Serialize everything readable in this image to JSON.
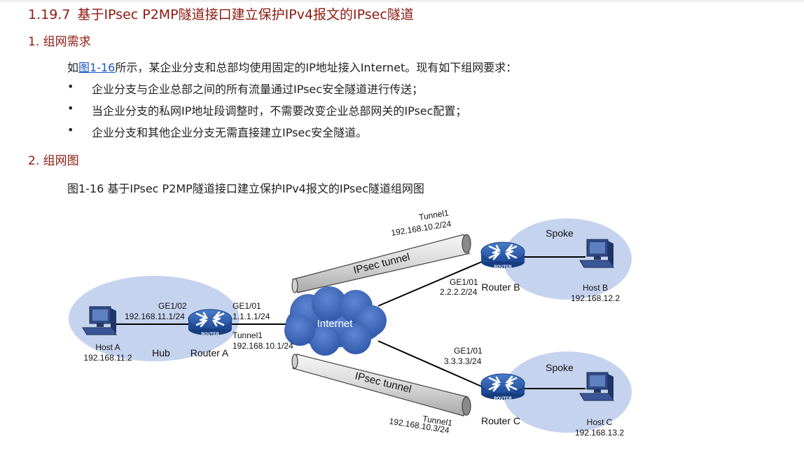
{
  "section": {
    "number": "1.19.7",
    "title": "基于IPsec P2MP隧道接口建立保护IPv4报文的IPsec隧道"
  },
  "requirements": {
    "heading": "1. 组网需求",
    "intro_prefix": "如",
    "intro_link": "图1-16",
    "intro_suffix": "所示，某企业分支和总部均使用固定的IP地址接入Internet。现有如下组网要求：",
    "items": [
      "企业分支与企业总部之间的所有流量通过IPsec安全隧道进行传送；",
      "当企业分支的私网IP地址段调整时，不需要改变企业总部网关的IPsec配置；",
      "企业分支和其他企业分支无需直接建立IPsec安全隧道。"
    ]
  },
  "topology": {
    "heading": "2. 组网图",
    "caption": "图1-16 基于IPsec P2MP隧道接口建立保护IPv4报文的IPsec隧道组网图",
    "internet": "Internet",
    "router_badge": "ROUTER",
    "hub": {
      "zone": "Hub",
      "host_name": "Host A",
      "host_ip": "192.168.11.2",
      "router": "Router A",
      "lan_if": "GE1/02",
      "lan_ip": "192.168.11.1/24",
      "wan_if": "GE1/01",
      "wan_ip": "1.1.1.1/24",
      "tunnel_if": "Tunnel1",
      "tunnel_ip": "192.168.10.1/24"
    },
    "spoke_b": {
      "zone": "Spoke",
      "host_name": "Host B",
      "host_ip": "192.168.12.2",
      "router": "Router B",
      "wan_if": "GE1/01",
      "wan_ip": "2.2.2.2/24",
      "tunnel_if": "Tunnel1",
      "tunnel_ip": "192.168.10.2/24",
      "tunnel_label": "IPsec tunnel"
    },
    "spoke_c": {
      "zone": "Spoke",
      "host_name": "Host C",
      "host_ip": "192.168.13.2",
      "router": "Router C",
      "wan_if": "GE1/01",
      "wan_ip": "3.3.3.3/24",
      "tunnel_if": "Tunnel1",
      "tunnel_ip": "192.168.10.3/24",
      "tunnel_label": "IPsec tunnel"
    },
    "colors": {
      "heading": "#8b1a10",
      "link": "#1a57c8",
      "zone_fill": "#c5d3ee",
      "router_blue": "#2f62b4",
      "internet_blue": "#3e6cc0"
    }
  }
}
